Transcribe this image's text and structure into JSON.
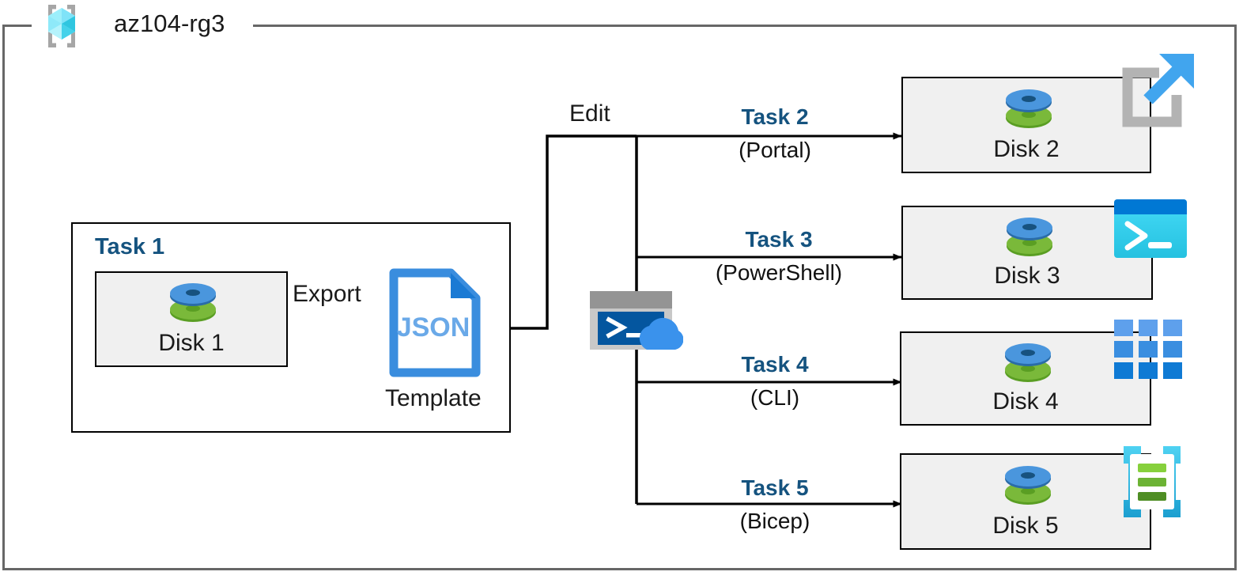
{
  "resource_group": {
    "name": "az104-rg3",
    "icon": "azure-resource-group-icon"
  },
  "task1": {
    "title": "Task 1",
    "disk": {
      "label": "Disk 1",
      "icon": "managed-disk-icon"
    },
    "export_label": "Export",
    "template": {
      "icon": "json-file-icon",
      "icon_text": "JSON",
      "label": "Template"
    }
  },
  "edit": {
    "label": "Edit"
  },
  "cloud_shell": {
    "icon": "cloud-shell-icon"
  },
  "flows": [
    {
      "task": "Task 2",
      "tool": "(Portal)",
      "disk_label": "Disk 2",
      "disk_icon": "managed-disk-icon",
      "tool_icon": "azure-portal-icon"
    },
    {
      "task": "Task 3",
      "tool": "(PowerShell)",
      "disk_label": "Disk 3",
      "disk_icon": "managed-disk-icon",
      "tool_icon": "powershell-icon"
    },
    {
      "task": "Task 4",
      "tool": "(CLI)",
      "disk_label": "Disk 4",
      "disk_icon": "managed-disk-icon",
      "tool_icon": "azure-cli-icon"
    },
    {
      "task": "Task 5",
      "tool": "(Bicep)",
      "disk_label": "Disk 5",
      "disk_icon": "managed-disk-icon",
      "tool_icon": "bicep-icon"
    }
  ],
  "colors": {
    "frame_gray": "#676767",
    "task_blue": "#15537f",
    "disk_box_fill": "#f0f0f0",
    "json_blue": "#3a8dde",
    "disk_top": "#3f8fd8",
    "disk_bottom": "#6cb334",
    "portal_arrow": "#41a5ee",
    "portal_bracket": "#b3b3b3",
    "powershell_cyan": "#2fd2ef",
    "powershell_titlebar": "#0078d4",
    "cli_blue": "#2a8ce4",
    "bicep_cyan": "#35c5ee",
    "bicep_green": "#6cb334"
  }
}
